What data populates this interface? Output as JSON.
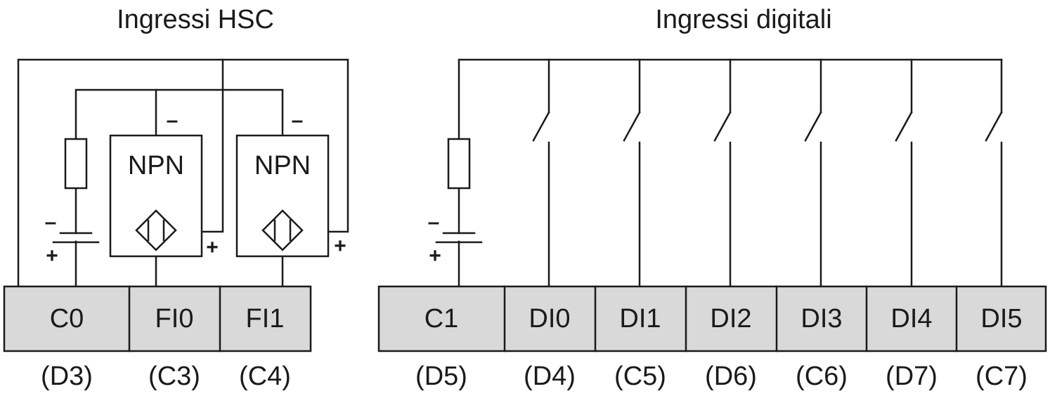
{
  "titles": {
    "hsc": "Ingressi HSC",
    "digital": "Ingressi digitali"
  },
  "sensors": [
    {
      "label": "NPN",
      "minus": "–",
      "plus": "+"
    },
    {
      "label": "NPN",
      "minus": "–",
      "plus": "+"
    }
  ],
  "batteries": [
    {
      "minus": "–",
      "plus": "+"
    },
    {
      "minus": "–",
      "plus": "+"
    }
  ],
  "terminals_hsc": [
    {
      "label": "C0",
      "sub": "(D3)"
    },
    {
      "label": "FI0",
      "sub": "(C3)"
    },
    {
      "label": "FI1",
      "sub": "(C4)"
    }
  ],
  "terminals_digital": [
    {
      "label": "C1",
      "sub": "(D5)"
    },
    {
      "label": "DI0",
      "sub": "(D4)"
    },
    {
      "label": "DI1",
      "sub": "(C5)"
    },
    {
      "label": "DI2",
      "sub": "(D6)"
    },
    {
      "label": "DI3",
      "sub": "(C6)"
    },
    {
      "label": "DI4",
      "sub": "(D7)"
    },
    {
      "label": "DI5",
      "sub": "(C7)"
    }
  ],
  "colors": {
    "line": "#1a1a1a",
    "terminal_fill": "#d9d9d9",
    "background": "#ffffff"
  }
}
